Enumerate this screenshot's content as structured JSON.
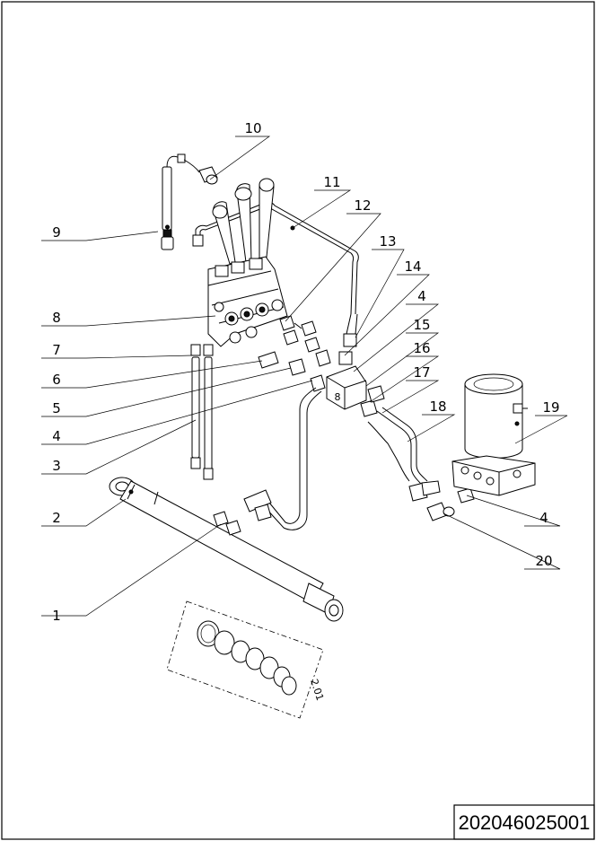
{
  "drawing": {
    "document_number": "202046025001",
    "seal_kit_label": "2.01"
  },
  "callouts": [
    {
      "id": "1",
      "label": "1"
    },
    {
      "id": "2",
      "label": "2"
    },
    {
      "id": "3",
      "label": "3"
    },
    {
      "id": "4a",
      "label": "4"
    },
    {
      "id": "5",
      "label": "5"
    },
    {
      "id": "6",
      "label": "6"
    },
    {
      "id": "7",
      "label": "7"
    },
    {
      "id": "8",
      "label": "8"
    },
    {
      "id": "9",
      "label": "9"
    },
    {
      "id": "10",
      "label": "10"
    },
    {
      "id": "11",
      "label": "11"
    },
    {
      "id": "12",
      "label": "12"
    },
    {
      "id": "13",
      "label": "13"
    },
    {
      "id": "14",
      "label": "14"
    },
    {
      "id": "4b",
      "label": "4"
    },
    {
      "id": "15",
      "label": "15"
    },
    {
      "id": "16",
      "label": "16"
    },
    {
      "id": "17",
      "label": "17"
    },
    {
      "id": "18",
      "label": "18"
    },
    {
      "id": "19",
      "label": "19"
    },
    {
      "id": "4c",
      "label": "4"
    },
    {
      "id": "20",
      "label": "20"
    }
  ]
}
